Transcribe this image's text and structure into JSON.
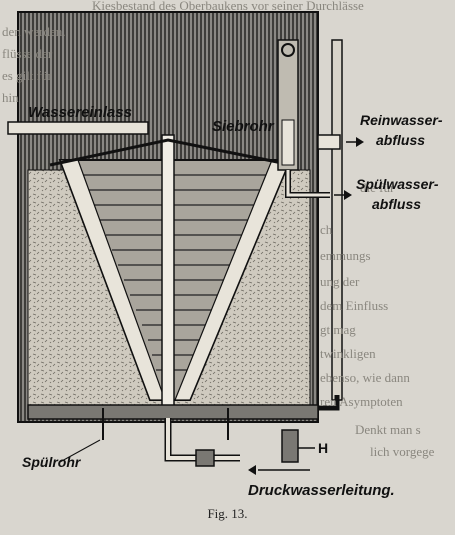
{
  "labels": {
    "wassereinlass": "Wassereinlass",
    "siebrohr": "Siebrohr",
    "reinwasser_line1": "Reinwasser-",
    "reinwasser_line2": "abfluss",
    "spuelwasser_line1": "Spülwasser-",
    "spuelwasser_line2": "abfluss",
    "spuelrohr": "Spülrohr",
    "h": "H",
    "druckwasserleitung": "Druckwasserleitung."
  },
  "caption": "Fig. 13.",
  "background_text": [
    "Kiesbestand des Oberbaukens vor seiner Durchlässe",
    "den werden.",
    "flüsse der",
    "es gilt für",
    "hin",
    "die für",
    "ch",
    "emmungs",
    "ung der",
    "dem Einfluss",
    "gt mag",
    "twinkligen",
    "ebenso, wie dann",
    "ren Asymptoten",
    "Denkt man s",
    "lich vorgege"
  ],
  "colors": {
    "paper": "#d9d6cf",
    "ink": "#111111",
    "tank_fill": "#6e6c68",
    "gravel": "#c9c4b8"
  }
}
